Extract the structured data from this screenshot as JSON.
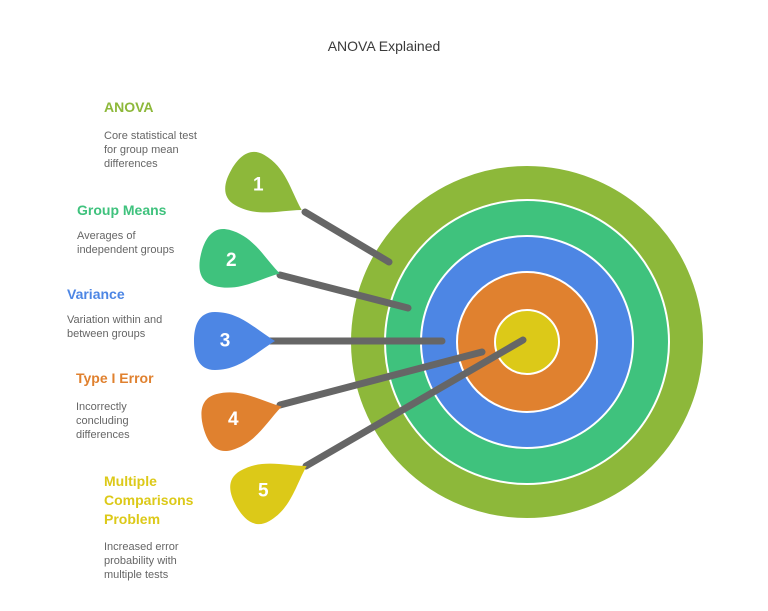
{
  "title": "ANOVA Explained",
  "colors": {
    "green_dark": "#8db83a",
    "green": "#3fc27d",
    "blue": "#4d86e4",
    "orange": "#e0812f",
    "yellow": "#dcc918",
    "arrow": "#666666"
  },
  "items": [
    {
      "number": "1",
      "title": "ANOVA",
      "color": "#8db83a",
      "description": [
        "Core statistical test",
        "for group mean",
        "differences"
      ]
    },
    {
      "number": "2",
      "title": "Group Means",
      "color": "#3fc27d",
      "description": [
        "Averages of",
        "independent groups"
      ]
    },
    {
      "number": "3",
      "title": "Variance",
      "color": "#4d86e4",
      "description": [
        "Variation within and",
        "between groups"
      ]
    },
    {
      "number": "4",
      "title": "Type I Error",
      "color": "#e0812f",
      "description": [
        "Incorrectly",
        "concluding",
        "differences"
      ]
    },
    {
      "number": "5",
      "title": [
        "Multiple",
        "Comparisons",
        "Problem"
      ],
      "color": "#dcc918",
      "description": [
        "Increased error",
        "probability with",
        "multiple tests"
      ]
    }
  ]
}
